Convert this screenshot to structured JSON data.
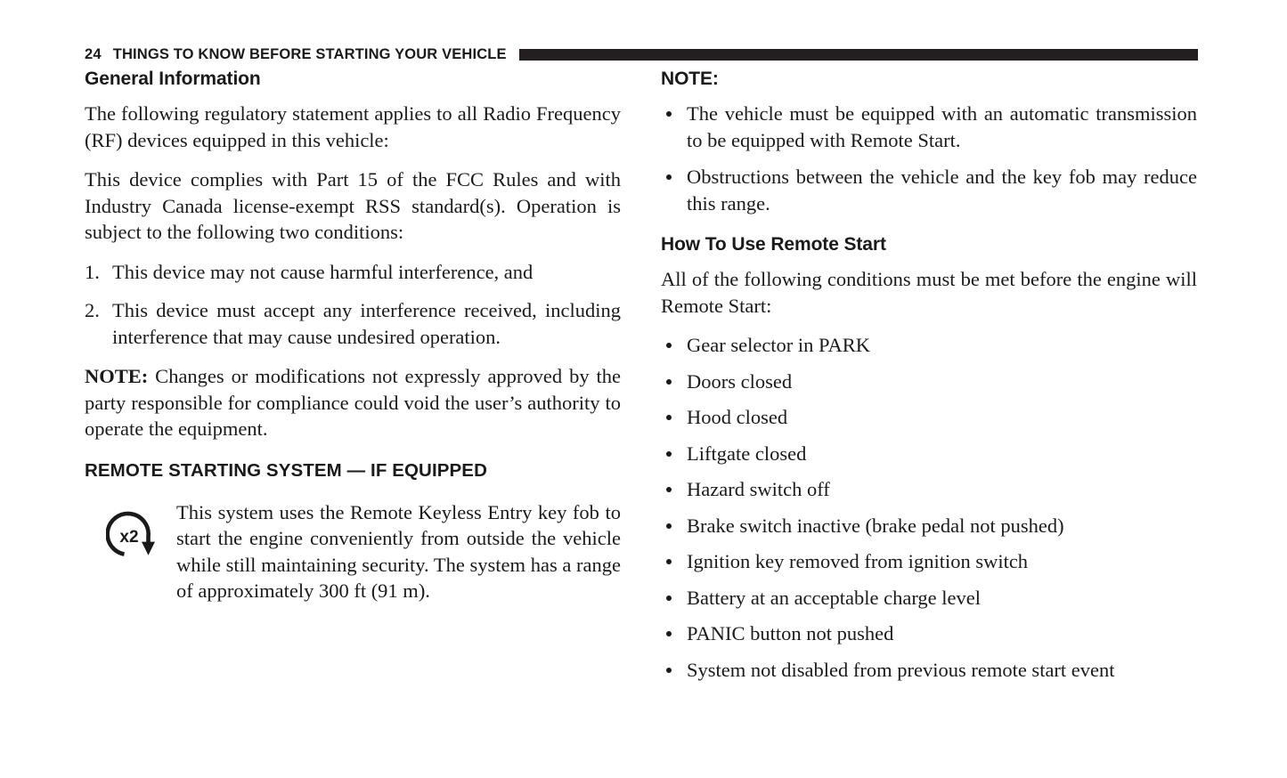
{
  "header": {
    "page_number": "24",
    "title": "THINGS TO KNOW BEFORE STARTING YOUR VEHICLE",
    "rule_color": "#231f20"
  },
  "left_column": {
    "heading_general": "General Information",
    "para_regulatory": "The following regulatory statement applies to all Radio Frequency (RF) devices equipped in this vehicle:",
    "para_fcc": "This device complies with Part 15 of the FCC Rules and with Industry Canada license-exempt RSS standard(s). Operation is subject to the following two conditions:",
    "numbered_conditions": [
      {
        "marker": "1.",
        "text": "This device may not cause harmful interference, and"
      },
      {
        "marker": "2.",
        "text": "This device must accept any interference received, including interference that may cause undesired operation."
      }
    ],
    "note_label": "NOTE:",
    "note_text": " Changes or modifications not expressly approved by the party responsible for compliance could void the user’s authority to operate the equipment.",
    "heading_remote_start": "REMOTE STARTING SYSTEM — IF EQUIPPED",
    "icon_label": "x2",
    "icon_name": "circular-arrow-x2-icon",
    "remote_start_text": "This system uses the Remote Keyless Entry key fob to start the engine conveniently from outside the vehicle while still maintaining security. The system has a range of approximately 300 ft (91 m)."
  },
  "right_column": {
    "note_heading": "NOTE:",
    "note_bullets": [
      "The vehicle must be equipped with an automatic transmission to be equipped with Remote Start.",
      "Obstructions between the vehicle and the key fob may reduce this range."
    ],
    "heading_how_to_use": "How To Use Remote Start",
    "intro_text": "All of the following conditions must be met before the engine will Remote Start:",
    "conditions": [
      "Gear selector in PARK",
      "Doors closed",
      "Hood closed",
      "Liftgate closed",
      "Hazard switch off",
      "Brake switch inactive (brake pedal not pushed)",
      "Ignition key removed from ignition switch",
      "Battery at an acceptable charge level",
      "PANIC button not pushed",
      "System not disabled from previous remote start event"
    ]
  },
  "colors": {
    "text": "#1a1a1a",
    "page_background": "#ffffff",
    "rule": "#231f20"
  }
}
